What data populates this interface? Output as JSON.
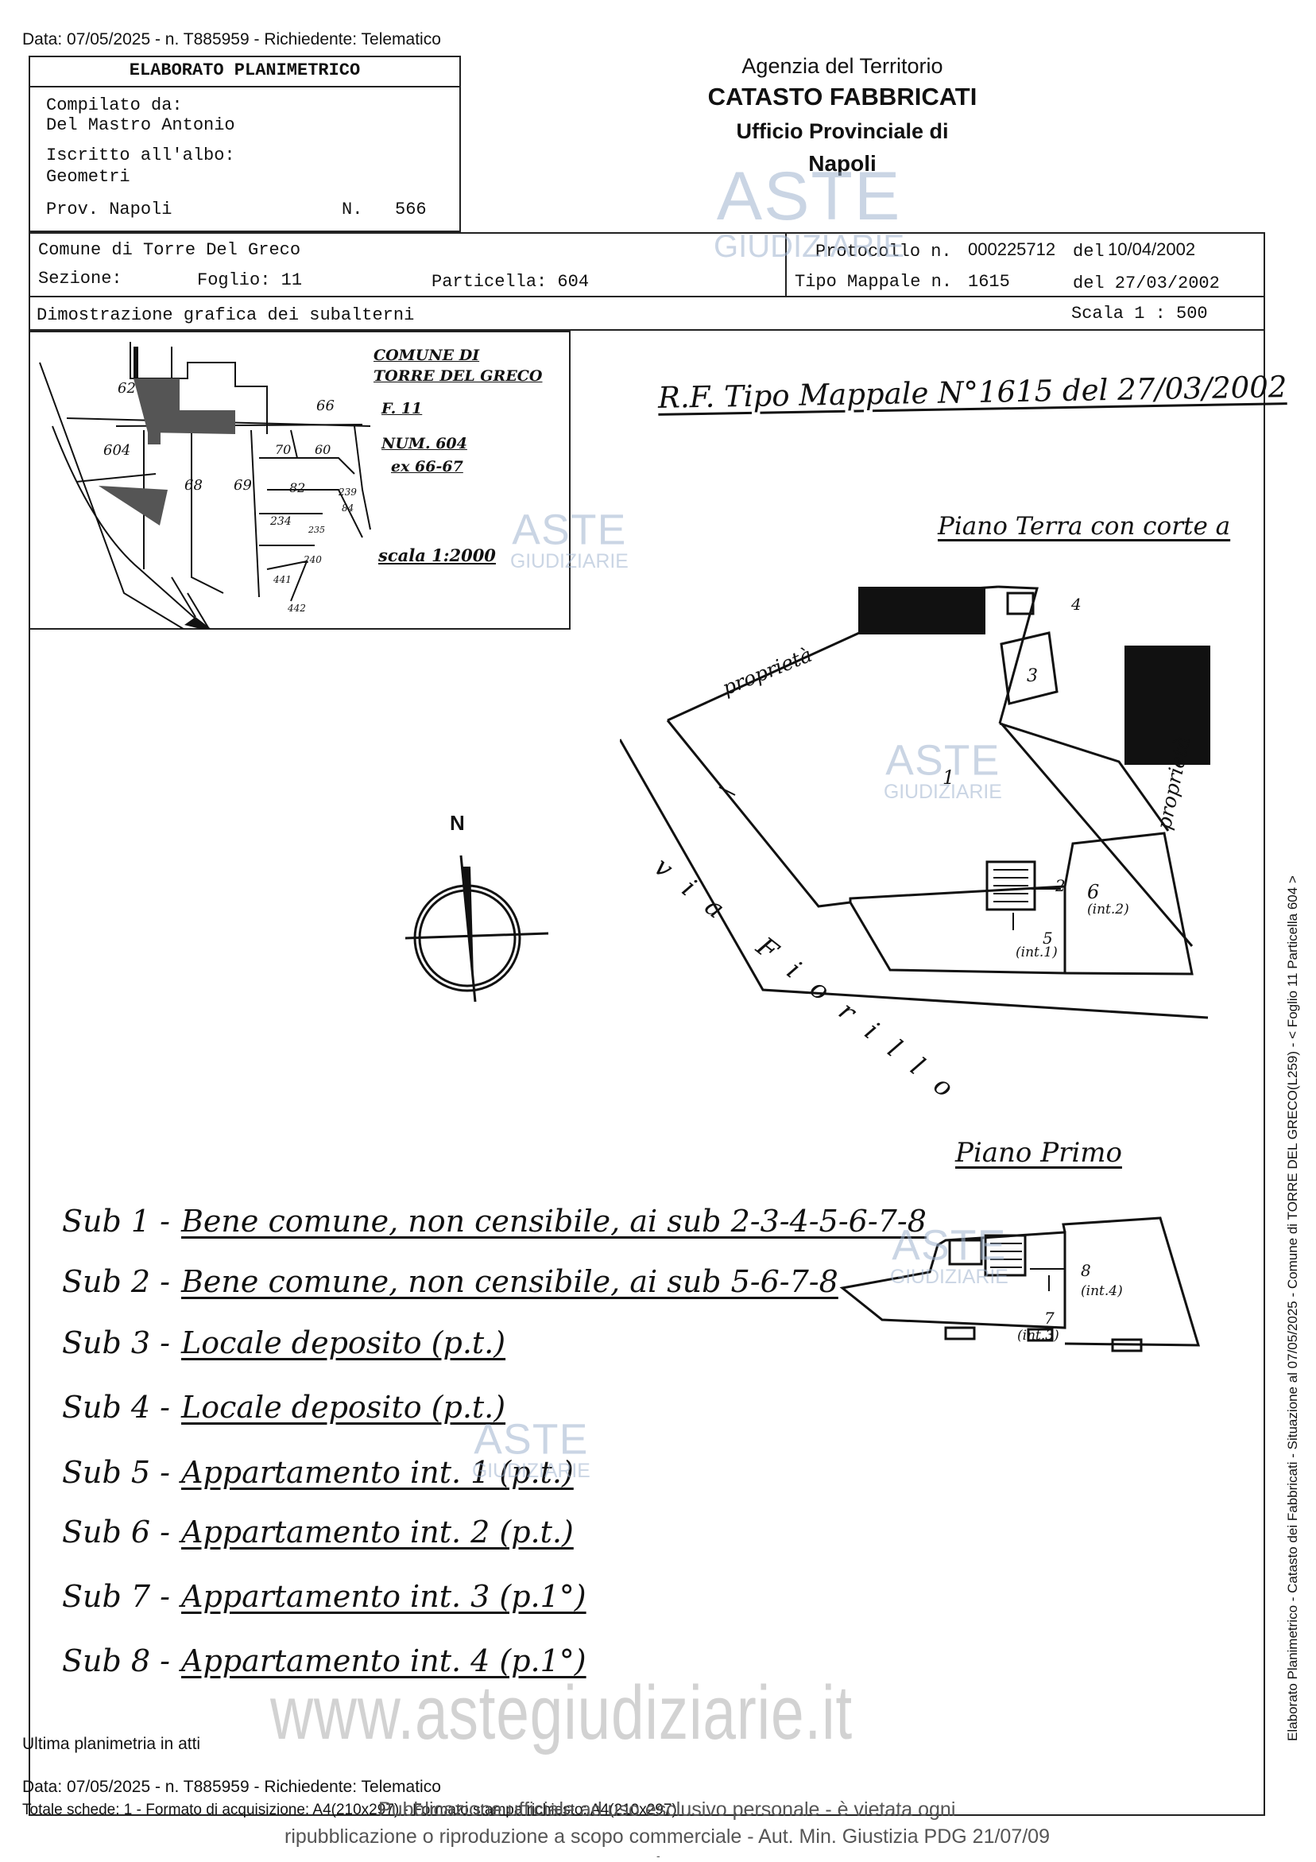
{
  "top_info": "Data: 07/05/2025 - n. T885959 - Richiedente: Telematico",
  "header": {
    "doc_title": "ELABORATO PLANIMETRICO",
    "compilato_label": "Compilato da:",
    "compilato_name": "Del Mastro Antonio",
    "iscritto_label": "Iscritto all'albo:",
    "iscritto_value": "Geometri",
    "prov_label": "Prov. Napoli",
    "n_label": "N.",
    "n_value": "566",
    "agency_1": "Agenzia del Territorio",
    "agency_2": "CATASTO FABBRICATI",
    "agency_3": "Ufficio Provinciale di",
    "agency_4": "Napoli"
  },
  "info_row": {
    "comune": "Comune di Torre Del Greco",
    "sezione": "Sezione:",
    "foglio": "Foglio: 11",
    "particella": "Particella: 604",
    "protocollo_label": "Protocollo n.",
    "protocollo_value": "000225712",
    "protocollo_date_label": "del",
    "protocollo_date": "10/04/2002",
    "tipo_label": "Tipo Mappale n.",
    "tipo_value": "1615",
    "tipo_date": "del 27/03/2002",
    "dimostrazione": "Dimostrazione grafica dei subalterni",
    "scala": "Scala 1 : 500"
  },
  "map_inset": {
    "title_1": "COMUNE DI",
    "title_2": "TORRE DEL GRECO",
    "title_3": "F. 11",
    "title_4": "NUM. 604",
    "title_5": "ex 66-67",
    "scale": "scala 1:2000",
    "parcels": [
      "62",
      "66",
      "604",
      "70",
      "60",
      "68",
      "69",
      "82",
      "239",
      "84",
      "234",
      "235",
      "240",
      "441",
      "442"
    ]
  },
  "drawing": {
    "rf_title": "R.F. Tipo Mappale N°1615 del 27/03/2002",
    "piano_terra": "Piano Terra con corte a",
    "piano_primo": "Piano Primo",
    "proprieta_1": "proprietà",
    "proprieta_2": "proprietà",
    "via": "via Fiorillo",
    "north": "N",
    "labels": {
      "s1": "1",
      "s3": "3",
      "s4": "4",
      "s2": "2",
      "s5": "5",
      "s5b": "(int.1)",
      "s6": "6",
      "s6b": "(int.2)",
      "s7": "7",
      "s7b": "(int.3)",
      "s8": "8",
      "s8b": "(int.4)"
    }
  },
  "subalterni": [
    {
      "label": "Sub 1 -",
      "desc": "Bene comune, non censibile, ai sub 2-3-4-5-6-7-8"
    },
    {
      "label": "Sub 2 -",
      "desc": "Bene comune, non censibile, ai sub 5-6-7-8"
    },
    {
      "label": "Sub 3 -",
      "desc": "Locale deposito (p.t.)"
    },
    {
      "label": "Sub 4 -",
      "desc": "Locale deposito (p.t.)"
    },
    {
      "label": "Sub 5 -",
      "desc": "Appartamento int. 1 (p.t.)"
    },
    {
      "label": "Sub 6 -",
      "desc": "Appartamento int. 2 (p.t.)"
    },
    {
      "label": "Sub 7 -",
      "desc": "Appartamento int. 3 (p.1°)"
    },
    {
      "label": "Sub 8 -",
      "desc": "Appartamento int. 4 (p.1°)"
    }
  ],
  "side_text": "Elaborato Planimetrico - Catasto dei Fabbricati - Situazione al 07/05/2025 - Comune di TORRE DEL GRECO(L259) - < Foglio 11 Particella 604 >",
  "footer": {
    "ultima": "Ultima planimetria in atti",
    "data": "Data: 07/05/2025 - n. T885959 - Richiedente: Telematico",
    "totale": "Totale schede: 1 - Formato di acquisizione: A4(210x297) - Formato stampa richiesto: A4(210x297)",
    "pubblicazione": "Pubblicazione ufficiale ad uso esclusivo personale - è vietata ogni",
    "ripubblicazione": "ripubblicazione o riproduzione a scopo commerciale - Aut. Min. Giustizia PDG 21/07/09",
    "dash": "-"
  },
  "watermark": {
    "big": "ASTE",
    "small": "GIUDIZIARIE",
    "url": "www.astegiudiziarie.it"
  }
}
